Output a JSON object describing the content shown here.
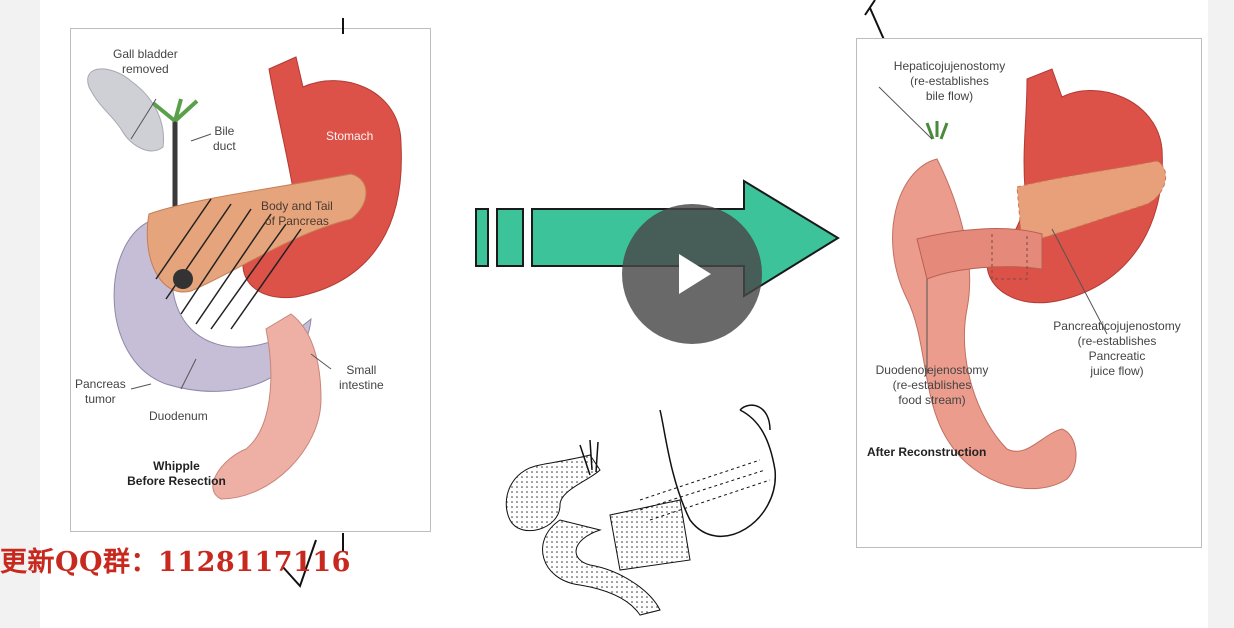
{
  "left_figure": {
    "labels": {
      "gallbladder": "Gall bladder\nremoved",
      "bile_duct": "Bile\nduct",
      "stomach": "Stomach",
      "body_tail_pancreas": "Body and Tail\nof Pancreas",
      "pancreas_tumor": "Pancreas\ntumor",
      "duodenum": "Duodenum",
      "small_intestine": "Small\nintestine"
    },
    "caption": "Whipple\nBefore Resection"
  },
  "right_figure": {
    "labels": {
      "hepaticojejunostomy": "Hepaticojujenostomy\n(re-establishes\nbile flow)",
      "pancreaticojejunostomy": "Pancreaticojujenostomy\n(re-establishes\nPancreatic\njuice flow)",
      "duodenojejunostomy": "Duodenojejenostomy\n(re-establishes\nfood stream)"
    },
    "caption": "After Reconstruction"
  },
  "watermark": "更新QQ群：1128117116",
  "colors": {
    "arrow": "#3cc39a",
    "stomach": "#d9534a",
    "intestine": "#e99a8a",
    "duodenum": "#bdb5cf",
    "play_overlay": "#484848",
    "watermark": "#c8291f"
  },
  "play_button": {
    "icon": "play-icon"
  }
}
